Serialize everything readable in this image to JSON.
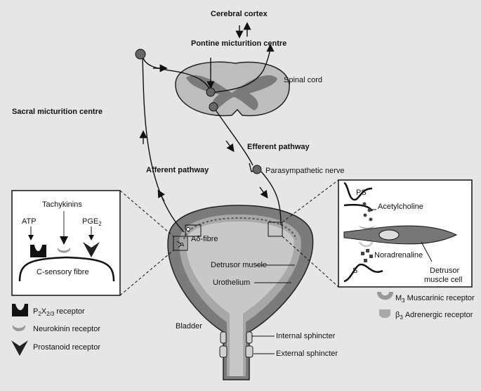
{
  "labels": {
    "cerebral_cortex": "Cerebral cortex",
    "pontine": "Pontine micturition centre",
    "spinal_cord": "Spinal cord",
    "sacral": "Sacral micturition centre",
    "efferent": "Efferent pathway",
    "afferent": "Afferent pathway",
    "parasympathetic": "Parasympathetic nerve",
    "a_delta": "Aδ-fibre",
    "detrusor_muscle": "Detrusor muscle",
    "urothelium": "Urothelium",
    "bladder": "Bladder",
    "internal_sphincter": "Internal sphincter",
    "external_sphincter": "External sphincter"
  },
  "left_inset": {
    "tachykinins": "Tachykinins",
    "atp": "ATP",
    "pge_base": "PGE",
    "pge_sub": "2",
    "c_sensory_fibre": "C-sensory fibre"
  },
  "right_inset": {
    "ps": "PS",
    "acetylcholine": "Acetylcholine",
    "noradrenaline": "Noradrenaline",
    "s": "S",
    "detrusor_cell_line1": "Detrusor",
    "detrusor_cell_line2": "muscle cell"
  },
  "legend_left": [
    {
      "base": "P",
      "sub1": "2",
      "mid": "X",
      "sub2": "2/3",
      "tail": " receptor"
    },
    {
      "text": "Neurokinin receptor"
    },
    {
      "text": "Prostanoid receptor"
    }
  ],
  "legend_right": [
    {
      "base": "M",
      "sub": "3",
      "tail": " Muscarinic receptor"
    },
    {
      "base": "β",
      "sub": "3",
      "tail": " Adrenergic receptor"
    }
  ]
}
